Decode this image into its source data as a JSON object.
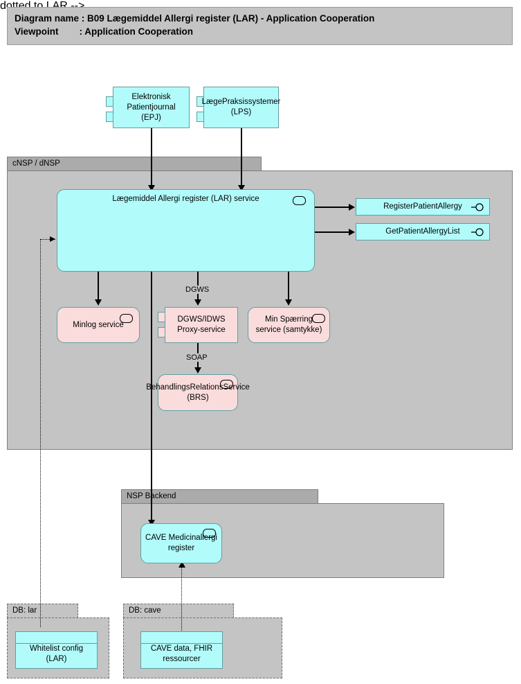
{
  "header": {
    "line1": "Diagram name : B09 Lægemiddel Allergi register (LAR) - Application Cooperation",
    "line2": "Viewpoint        : Application Cooperation"
  },
  "colors": {
    "background": "#ffffff",
    "group_fill": "#c4c4c4",
    "group_tab": "#ababab",
    "application_cyan": "#b2fbfb",
    "service_pink": "#fbdcdc",
    "element_border": "#5f9ea0",
    "connector": "#000000"
  },
  "groups": [
    {
      "id": "cnsp",
      "label": "cNSP / dNSP"
    },
    {
      "id": "nsp_backend",
      "label": "NSP Backend"
    },
    {
      "id": "db_lar",
      "label": "DB: lar"
    },
    {
      "id": "db_cave",
      "label": "DB: cave"
    }
  ],
  "elements": {
    "epj": {
      "label": "Elektronisk Patientjournal (EPJ)",
      "type": "application-component"
    },
    "lps": {
      "label": "LægePraksissystemer (LPS)",
      "type": "application-component"
    },
    "lar": {
      "label": "Lægemiddel Allergi register (LAR) service",
      "type": "application-service"
    },
    "reg_allergy": {
      "label": "RegisterPatientAllergy",
      "type": "application-interface"
    },
    "get_allergy": {
      "label": "GetPatientAllergyList",
      "type": "application-interface"
    },
    "minlog": {
      "label": "Minlog service",
      "type": "application-service"
    },
    "dgws_proxy": {
      "label": "DGWS/IDWS Proxy-service",
      "type": "application-component"
    },
    "spaerring": {
      "label": "Min Spærring service (samtykke)",
      "type": "application-service"
    },
    "brs": {
      "label": "BehandlingsRelationsService (BRS)",
      "type": "application-service"
    },
    "cave": {
      "label": "CAVE Medicinallergi register",
      "type": "application-service"
    },
    "whitelist": {
      "label": "Whitelist config (LAR)",
      "type": "data-object"
    },
    "cave_data": {
      "label": "CAVE data, FHIR ressourcer",
      "type": "data-object"
    }
  },
  "edge_labels": {
    "dgws": "DGWS",
    "soap": "SOAP"
  }
}
